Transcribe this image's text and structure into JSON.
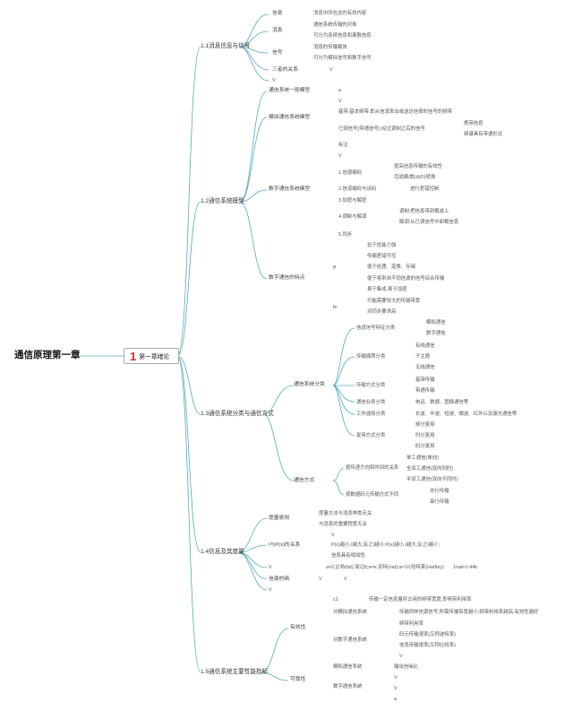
{
  "root": "通信原理第一章",
  "chapter": {
    "number": "1",
    "label": "第一章绪论"
  },
  "sections": {
    "s11": {
      "title": "1.1消息信息与信号",
      "info": {
        "label": "信息",
        "items": [
          "消息中所包含的有效内容"
        ]
      },
      "msg": {
        "label": "消息",
        "items": [
          "通信系统传输的对象",
          "可分为连续信息和离散信息"
        ]
      },
      "sig": {
        "label": "信号",
        "items": [
          "消息的传输载体",
          "可分为模拟信号和数字信号"
        ]
      },
      "rel": {
        "label": "三者的关系",
        "mark": "V"
      },
      "v": "V"
    },
    "s12": {
      "title": "1.2通信系统模型",
      "general": {
        "label": "通信系统一般模型",
        "mark": "a"
      },
      "analog": {
        "label": "模拟通信系统模型",
        "v": "V",
        "baseband": "基带:基本频带,即从信源发出或送达信宿的信号的频带",
        "modulated": "已调信号(带通信号):经过调制之后的信号",
        "mod_items": [
          "携带信息",
          "频谱具有带通形式"
        ]
      },
      "digital": {
        "label": "数字通信系统模型",
        "mark1": "标注",
        "v": "V",
        "src_enc": "1.信源编码",
        "src_items": [
          "提高信息传输的有效性",
          "完成模/数(A/D)转换"
        ],
        "ch_enc": "2.信道编码与译码",
        "ch_item": "进行差错控制",
        "encrypt": "3.加密与解密",
        "mod": "4.调制与解调",
        "mod_items": [
          "调制:把信息带到载波上",
          "解调:从已调信号中卸载信息"
        ],
        "sync": "5.同步"
      },
      "features": {
        "label": "数字通信的特点",
        "ff": "ff",
        "ff_items": [
          "抗干扰能力强",
          "传输差错可控",
          "便于处理、变换、存储",
          "便于将来自不同信源的信号综合传输",
          "易于集成,易于加密"
        ],
        "fe": "fe",
        "fe_items": [
          "可能需要较大的传输带宽",
          "对同步要求高"
        ]
      }
    },
    "s13": {
      "title": "1.3通信系统分类与通信方式",
      "cls": {
        "label": "通信系统分类",
        "signal": "信道信号特征分类",
        "signal_items": [
          "模拟通信",
          "数字通信"
        ],
        "medium": "传输媒质分类",
        "medium_items": [
          "有线通信",
          "子主题",
          "无线通信"
        ],
        "mode": "传输方式分类",
        "mode_items": [
          "基带传输",
          "带通传输"
        ],
        "business": "通信业务分类",
        "business_item": "电话、数据、图像通信等",
        "band": "工作波段分类",
        "band_item": "长波、中波、短波、微波、红外以及激光通信等",
        "mux": "复用方式分类",
        "mux_items": [
          "频分复用",
          "时分复用",
          "码分复用"
        ]
      },
      "ways": {
        "label": "通信方式",
        "dir": "按传递方向和时间的关系",
        "dir_items": [
          "单工通信(单向)",
          "全双工通信(双向同时)",
          "半双工通信(双向不同时)"
        ],
        "code": "按数据码元传输方式不同",
        "code_items": [
          "并行传输",
          "串行传输"
        ]
      }
    },
    "s14": {
      "title": "1.4信息及其度量",
      "principle": "度量原则",
      "principle_items": [
        "度量方法与消息种类无关",
        "与消息的重要程度无关"
      ],
      "rel": "I与P(x)的关系",
      "rel_v": "V",
      "rel_items": [
        "P(x)越小,I越大;反之I越小;P(x)越小,I越大;反之I越小;",
        "信息具有相加性"
      ],
      "unit_v": "V",
      "unit_text": "a=2,比特(bit),简记b;a=e,奈特(nat);a=10,哈特莱(Hartley)",
      "unit_conv": "1nat=1.44b",
      "entropy": "信源的熵",
      "entropy_marks": [
        "V",
        "V"
      ],
      "v": "V"
    },
    "s15": {
      "title": "1.5通信系统主要性能指标",
      "eff": {
        "label": "有效性",
        "c1": "c1",
        "c1_text": "传输一定信息量所占用的频带宽度,即频带利用率",
        "analog": "对模拟通信系统",
        "analog_text": "传输同样信源信号,所需传输带宽越小,频带利用率越高,有效性越好",
        "digital": "对数字通信系统",
        "digital_items": [
          "频带利用率",
          "码元传输速率(又称波特率)",
          "信息传输速率(又称比特率)",
          "V"
        ]
      },
      "rel": {
        "label": "可靠性",
        "analog": "模拟通信系统",
        "analog_text": "输出信噪比",
        "digital": "数字通信系统",
        "digital_items": [
          "V",
          "V",
          "a"
        ]
      }
    }
  }
}
